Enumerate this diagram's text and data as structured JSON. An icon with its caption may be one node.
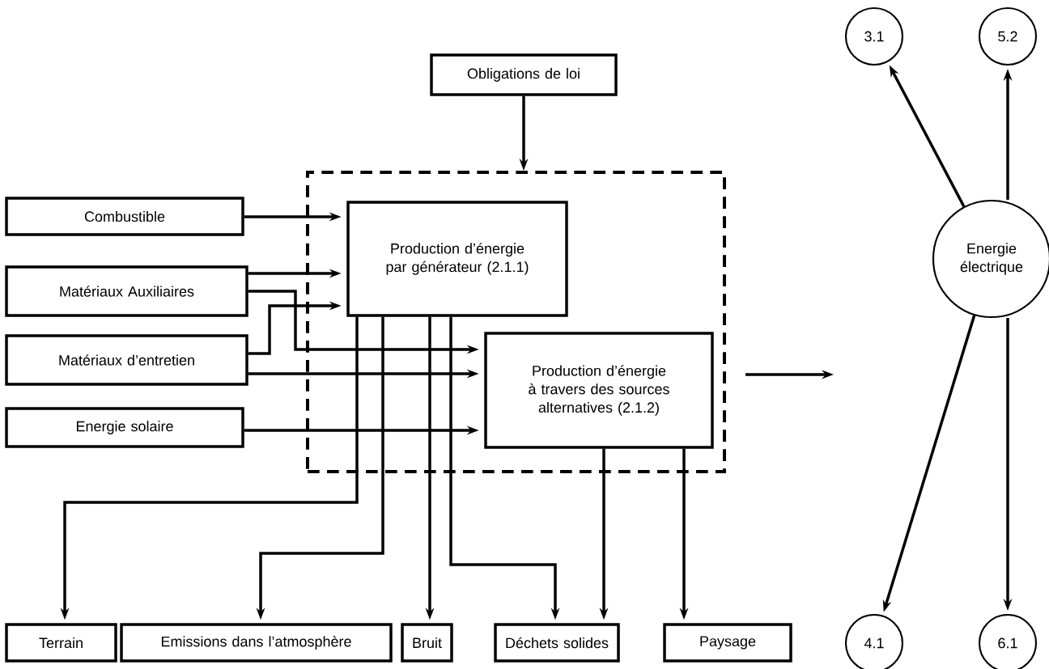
{
  "diagram": {
    "nodes": [
      {
        "text": [
          "Obligations de loi"
        ]
      },
      {
        "text": [],
        "shape": "box"
      },
      {
        "text": [
          "Production d’énergie par générateur (2.1.1)"
        ],
        "in": 1
      },
      {
        "text": [
          "Production d’énergie à travers des sources alternatives (2.1.2)"
        ],
        "in": 1
      },
      {
        "text": [
          "Combustible"
        ]
      },
      {
        "text": [
          "Matériaux Auxiliaires"
        ]
      },
      {
        "text": [
          "Matériaux d’entretien"
        ]
      },
      {
        "text": [
          "Energie solaire"
        ]
      },
      {
        "text": [
          "Terrain"
        ]
      },
      {
        "text": [
          "Emissions dans l’atmosphère"
        ]
      },
      {
        "text": [
          "Bruit"
        ]
      },
      {
        "text": [
          "Déchets solides"
        ]
      },
      {
        "text": [
          "Paysage"
        ]
      },
      {
        "text": [
          "Energie électrique"
        ]
      },
      {
        "text": [
          "3.1"
        ]
      },
      {
        "text": [
          "5.2"
        ]
      },
      {
        "text": [
          "4.1"
        ]
      },
      {
        "text": [
          "6.1"
        ]
      }
    ],
    "edges": [
      {
        "from": 0,
        "to": 1,
        "arrow": "to"
      },
      {
        "from": 4,
        "to": 2,
        "arrow": "to"
      },
      {
        "from": 5,
        "to": 2,
        "arrow": "to"
      },
      {
        "from": 5,
        "to": 3,
        "arrow": "to"
      },
      {
        "from": 6,
        "to": 2,
        "arrow": "to"
      },
      {
        "from": 6,
        "to": 3,
        "arrow": "to"
      },
      {
        "from": 7,
        "to": 3,
        "arrow": "to"
      },
      {
        "from": 2,
        "to": 8,
        "arrow": "to"
      },
      {
        "from": 2,
        "to": 9,
        "arrow": "to"
      },
      {
        "from": 2,
        "to": 10,
        "arrow": "to"
      },
      {
        "from": 2,
        "to": 11,
        "arrow": "to"
      },
      {
        "from": 3,
        "to": 11,
        "arrow": "to"
      },
      {
        "from": 3,
        "to": 12,
        "arrow": "to"
      },
      {
        "from": 1,
        "to": null,
        "arrow": "to"
      },
      {
        "from": 13,
        "to": 14,
        "arrow": "to"
      },
      {
        "from": 13,
        "to": 15,
        "arrow": "to"
      },
      {
        "from": 13,
        "to": 16,
        "arrow": "to"
      },
      {
        "from": 13,
        "to": 17,
        "arrow": "to"
      }
    ]
  }
}
